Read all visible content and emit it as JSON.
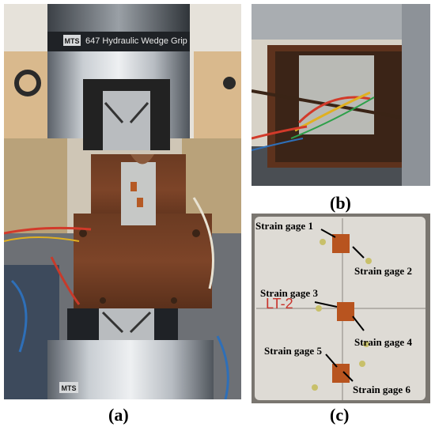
{
  "panel_a": {
    "grip_text": "647 Hydraulic Wedge Grip",
    "brand_top": "MTS",
    "brand_bottom": "MTS"
  },
  "panel_c": {
    "specimen_mark": "LT-2",
    "gages": [
      "Strain gage 1",
      "Strain gage 2",
      "Strain gage 3",
      "Strain gage 4",
      "Strain gage 5",
      "Strain gage 6"
    ]
  },
  "captions": {
    "a": "(a)",
    "b": "(b)",
    "c": "(c)"
  }
}
